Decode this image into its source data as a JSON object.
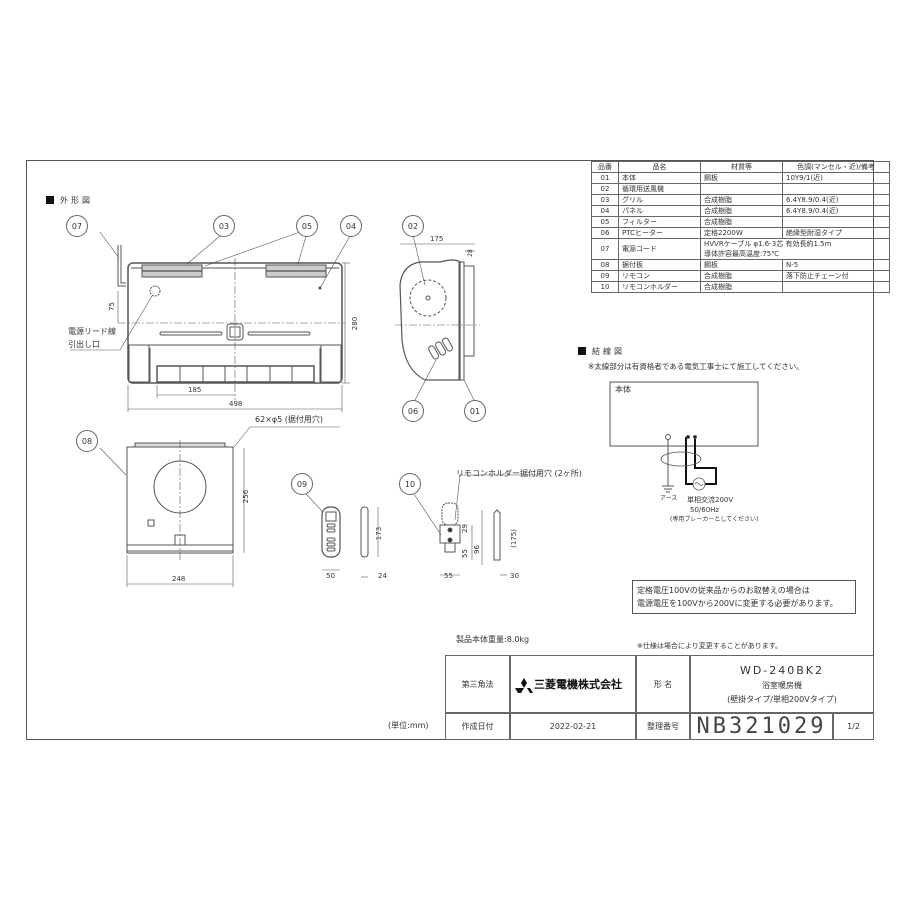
{
  "sections": {
    "exterior": "外形図",
    "wiring": "結線図"
  },
  "parts_table": {
    "headers": [
      "品番",
      "品名",
      "材質等",
      "色調(マンセル・近)/備考"
    ],
    "rows": [
      {
        "no": "01",
        "name": "本体",
        "material": "鋼板",
        "remark": "10Y9/1(近)"
      },
      {
        "no": "02",
        "name": "循環用送風機",
        "material": "",
        "remark": ""
      },
      {
        "no": "03",
        "name": "グリル",
        "material": "合成樹脂",
        "remark": "6.4Y8.9/0.4(近)"
      },
      {
        "no": "04",
        "name": "パネル",
        "material": "合成樹脂",
        "remark": "6.4Y8.9/0.4(近)"
      },
      {
        "no": "05",
        "name": "フィルター",
        "material": "合成樹脂",
        "remark": ""
      },
      {
        "no": "06",
        "name": "PTCヒーター",
        "material": "定格2200W",
        "remark": "絶縁型耐湿タイプ"
      },
      {
        "no": "07",
        "name": "電源コード",
        "material": "HVVRケーブル φ1.6-3芯 有効長約1.5m",
        "material2": "導体許容最高温度:75℃",
        "remark": ""
      },
      {
        "no": "08",
        "name": "据付板",
        "material": "鋼板",
        "remark": "N-5"
      },
      {
        "no": "09",
        "name": "リモコン",
        "material": "合成樹脂",
        "remark": "落下防止チェーン付"
      },
      {
        "no": "10",
        "name": "リモコンホルダー",
        "material": "合成樹脂",
        "remark": ""
      }
    ]
  },
  "balloons": {
    "b07": "07",
    "b03": "03",
    "b05": "05",
    "b04": "04",
    "b02": "02",
    "b06": "06",
    "b01": "01",
    "b08": "08",
    "b09": "09",
    "b10": "10"
  },
  "front_view": {
    "lead_label_1": "電源リード線",
    "lead_label_2": "引出し口",
    "dim_75": "75",
    "dim_280": "280",
    "dim_185": "185",
    "dim_498": "498",
    "holes": "62×φ5 (据付用穴)"
  },
  "side_view": {
    "dim_175": "175",
    "dim_28": "28"
  },
  "mount_plate": {
    "dim_256": "256",
    "dim_248": "248"
  },
  "remote": {
    "dim_173": "173",
    "dim_50": "50",
    "dim_24": "24"
  },
  "holder": {
    "label": "リモコンホルダー据付用穴 (2ヶ所)",
    "dim_29": "29",
    "dim_55v": "55",
    "dim_96": "96",
    "dim_175": "(175)",
    "dim_55": "55",
    "dim_30": "30"
  },
  "wiring": {
    "note": "※太線部分は有資格者である電気工事士にて施工してください。",
    "body_label": "本体",
    "earth": "アース",
    "supply1": "単相交流200V",
    "supply2": "50/60Hz",
    "supply3": "(専用ブレーカーとしてください)"
  },
  "notice": {
    "line1": "定格電圧100Vの従来品からのお取替えの場合は",
    "line2": "電源電圧を100Vから200Vに変更する必要があります。"
  },
  "weight": "製品本体重量:8.0kg",
  "spec_note": "※仕様は場合により変更することがあります。",
  "unit": "(単位:mm)",
  "title_block": {
    "projection": "第三角法",
    "company": "三菱電機株式会社",
    "model_label": "形 名",
    "model": "WD-240BK2",
    "product": "浴室暖房機",
    "type": "(壁掛タイプ/単相200Vタイプ)",
    "date_label": "作成日付",
    "date": "2022-02-21",
    "drawing_no_label": "整理番号",
    "drawing_no": "NB321029",
    "page": "1/2"
  }
}
